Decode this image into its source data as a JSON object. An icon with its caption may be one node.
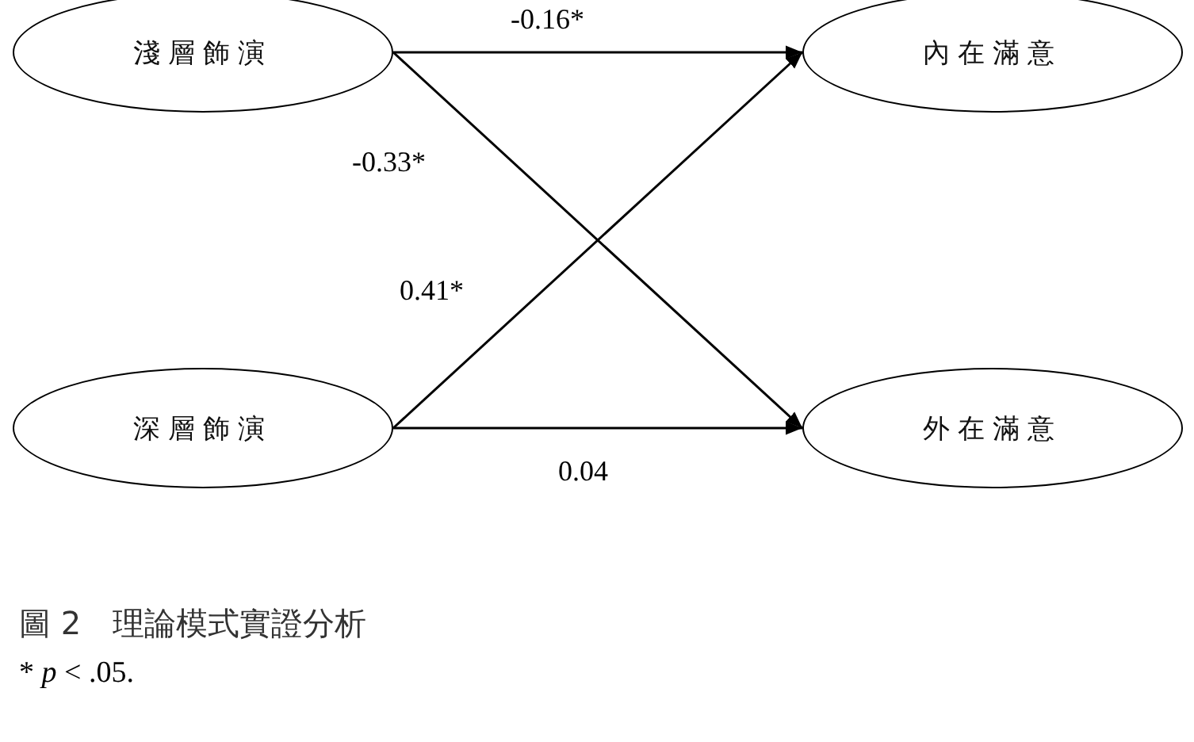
{
  "diagram": {
    "caption": "圖 2　理論模式實證分析",
    "nodes": [
      {
        "text": [
          "淺層飾演"
        ]
      },
      {
        "text": [
          "內在滿意"
        ]
      },
      {
        "text": [
          "深層飾演"
        ]
      },
      {
        "text": [
          "外在滿意"
        ]
      }
    ],
    "edges": [
      {
        "from": 0,
        "to": 1,
        "arrow": "to",
        "label": "-0.16*"
      },
      {
        "from": 0,
        "to": 3,
        "arrow": "to",
        "label": "-0.33*"
      },
      {
        "from": 2,
        "to": 1,
        "arrow": "to",
        "label": "0.41*"
      },
      {
        "from": 2,
        "to": 3,
        "arrow": "to",
        "label": "0.04"
      }
    ],
    "labels": [
      "* *p* < .05."
    ]
  }
}
